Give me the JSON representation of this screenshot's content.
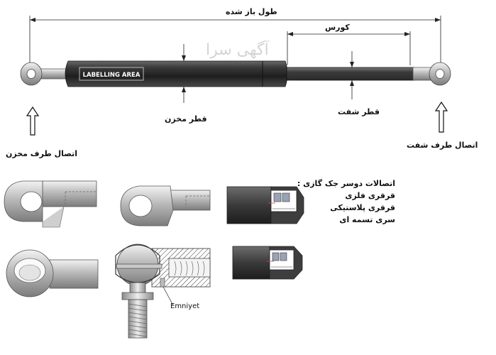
{
  "title": "طول باز شده",
  "stroke_label": "کورس",
  "labelling_area": "LABELLING AREA",
  "watermark": "آگهی سرا",
  "cylinder_diameter": "قطر مخزن",
  "shaft_diameter": "قطر شفت",
  "cylinder_end_connection": "اتصال طرف مخزن",
  "shaft_end_connection": "اتصال طرف شفت",
  "end_fittings": {
    "heading": "اتصالات دوسر جک گازی :",
    "items": [
      "قرقری فلزی",
      "قرقری پلاستیکی",
      "سری تسمه ای"
    ]
  },
  "emniyet_label": "Emniyet"
}
